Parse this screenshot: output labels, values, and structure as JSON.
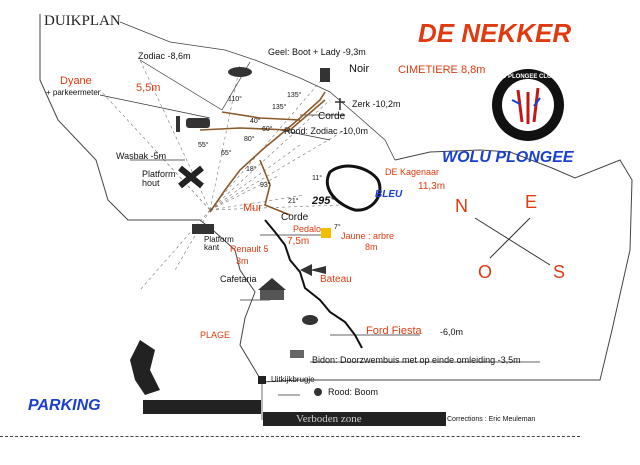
{
  "title": "DUIKPLAN",
  "site_name": "DE NEKKER",
  "club": "WOLU PLONGEE",
  "club_logo_text": "WOLU PLONGEE CLUB",
  "compass": {
    "n": "N",
    "e": "E",
    "o": "O",
    "s": "S"
  },
  "labels": {
    "zodiac": "Zodiac -8,6m",
    "geel": "Geel: Boot + Lady -9,3m",
    "noir": "Noir",
    "cimetiere": "CIMETIERE 8,8m",
    "dyane": "Dyane",
    "parkeermeter": "+ parkeermeter",
    "dyane_depth": "5,5m",
    "zerk": "Zerk -10,2m",
    "corde1": "Corde",
    "rood_zodiac": "Rood: Zodiac -10,0m",
    "wasbak": "Wasbak -5m",
    "platform_hout": "Platform\nhout",
    "kagenaar": "DE Kagenaar",
    "kagenaar_depth": "11,3m",
    "bleu": "BLEU",
    "heading": "295°",
    "mur": "Mur",
    "corde2": "Corde",
    "pedalo": "Pedalo",
    "pedalo_depth": "7,5m",
    "jaune": "Jaune : arbre",
    "jaune_depth": "8m",
    "platform_kant": "Platform\nkant",
    "renault": "Renault 5",
    "renault_depth": "3m",
    "cafetaria": "Cafetaria",
    "bateau": "Bateau",
    "ford": "Ford Fiesta",
    "ford_depth": "-6,0m",
    "plage": "PLAGE",
    "bidon": "Bidon: Doorzwembuis met op einde omleiding -3,5m",
    "uitkijk": "Uitkijkbrugje",
    "rood_boom": "Rood: Boom",
    "parking": "PARKING",
    "verboden": "Verboden zone",
    "corrections": "Corrections : Eric Meuleman"
  },
  "angles": [
    "110°",
    "135°",
    "55°",
    "40°",
    "60°",
    "80°",
    "135°",
    "65°",
    "93°",
    "18°",
    "21°",
    "11°",
    "7°"
  ],
  "colors": {
    "red": "#e03a10",
    "blue": "#1a3fd0",
    "path": "#8b5a2b",
    "line": "#555555"
  }
}
